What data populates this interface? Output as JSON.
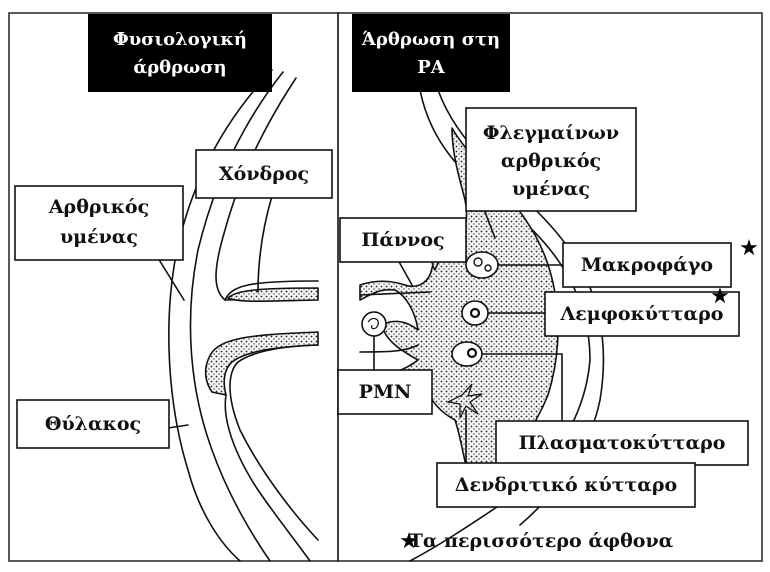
{
  "colors": {
    "header_bg": "#000000",
    "header_text": "#ffffff",
    "ink": "#111111",
    "background": "#ffffff"
  },
  "left_panel": {
    "header_line1": "Φυσιολογική",
    "header_line2": "άρθρωση",
    "labels": {
      "cartilage": "Χόνδρος",
      "synovium_line1": "Αρθρικός",
      "synovium_line2": "υμένας",
      "capsule": "Θύλακος"
    }
  },
  "right_panel": {
    "header_line1": "Άρθρωση στη",
    "header_line2": "ΡΑ",
    "labels": {
      "inflamed_line1": "Φλεγμαίνων",
      "inflamed_line2": "αρθρικός",
      "inflamed_line3": "υμένας",
      "pannus": "Πάννος",
      "macrophage": "Μακροφάγο",
      "lymphocyte": "Λεμφοκύτταρο",
      "pmn": "PMN",
      "plasma_cell": "Πλασματοκύτταρο",
      "dendritic_cell": "Δενδριτικό κύτταρο"
    },
    "starred": [
      "macrophage",
      "lymphocyte"
    ]
  },
  "legend": {
    "star_symbol": "★",
    "text": "Τα περισσότερο άφθονα"
  }
}
